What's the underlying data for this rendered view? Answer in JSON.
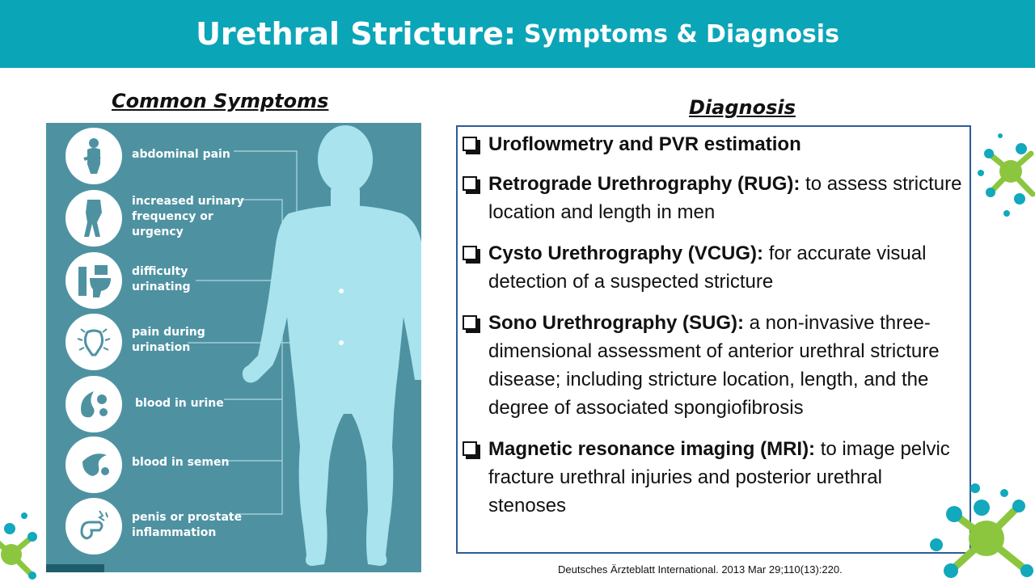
{
  "header": {
    "title_main": "Urethral Stricture:",
    "title_sub": "Symptoms & Diagnosis"
  },
  "symptoms": {
    "title": "Common Symptoms",
    "items": [
      {
        "label": "abdominal pain",
        "icon": "abdominal-pain-icon"
      },
      {
        "label": "increased urinary\nfrequency or\nurgency",
        "icon": "urinary-urgency-icon"
      },
      {
        "label": "difficulty\nurinating",
        "icon": "toilet-icon"
      },
      {
        "label": "pain during\nurination",
        "icon": "bladder-pain-icon"
      },
      {
        "label": "blood in urine",
        "icon": "blood-drop-icon"
      },
      {
        "label": "blood in semen",
        "icon": "blood-drop-icon"
      },
      {
        "label": "penis or prostate\ninflammation",
        "icon": "inflammation-icon"
      }
    ]
  },
  "diagnosis": {
    "title": "Diagnosis",
    "items": [
      {
        "bold": "Uroflowmetry and PVR estimation",
        "rest": ""
      },
      {
        "bold": "Retrograde Urethrography (RUG):",
        "rest": "  to assess stricture location and length in men"
      },
      {
        "bold": "Cysto Urethrography (VCUG):",
        "rest": " for accurate visual detection of a suspected stricture"
      },
      {
        "bold": "Sono Urethrography (SUG):",
        "rest": "  a non-invasive three-dimensional assessment of anterior urethral stricture disease; including stricture location, length, and the degree of associated spongiofibrosis"
      },
      {
        "bold": "Magnetic resonance imaging (MRI):",
        "rest": " to image pelvic fracture urethral injuries and posterior urethral stenoses"
      }
    ]
  },
  "citation": "Deutsches Ärzteblatt International. 2013 Mar 29;110(13):220.",
  "colors": {
    "header": "#0ba5b8",
    "panel": "#4e92a2",
    "body_figure": "#a8e3ee",
    "box_border": "#2e5c96",
    "deco_teal": "#12a8bd",
    "deco_green": "#8cc63e"
  }
}
